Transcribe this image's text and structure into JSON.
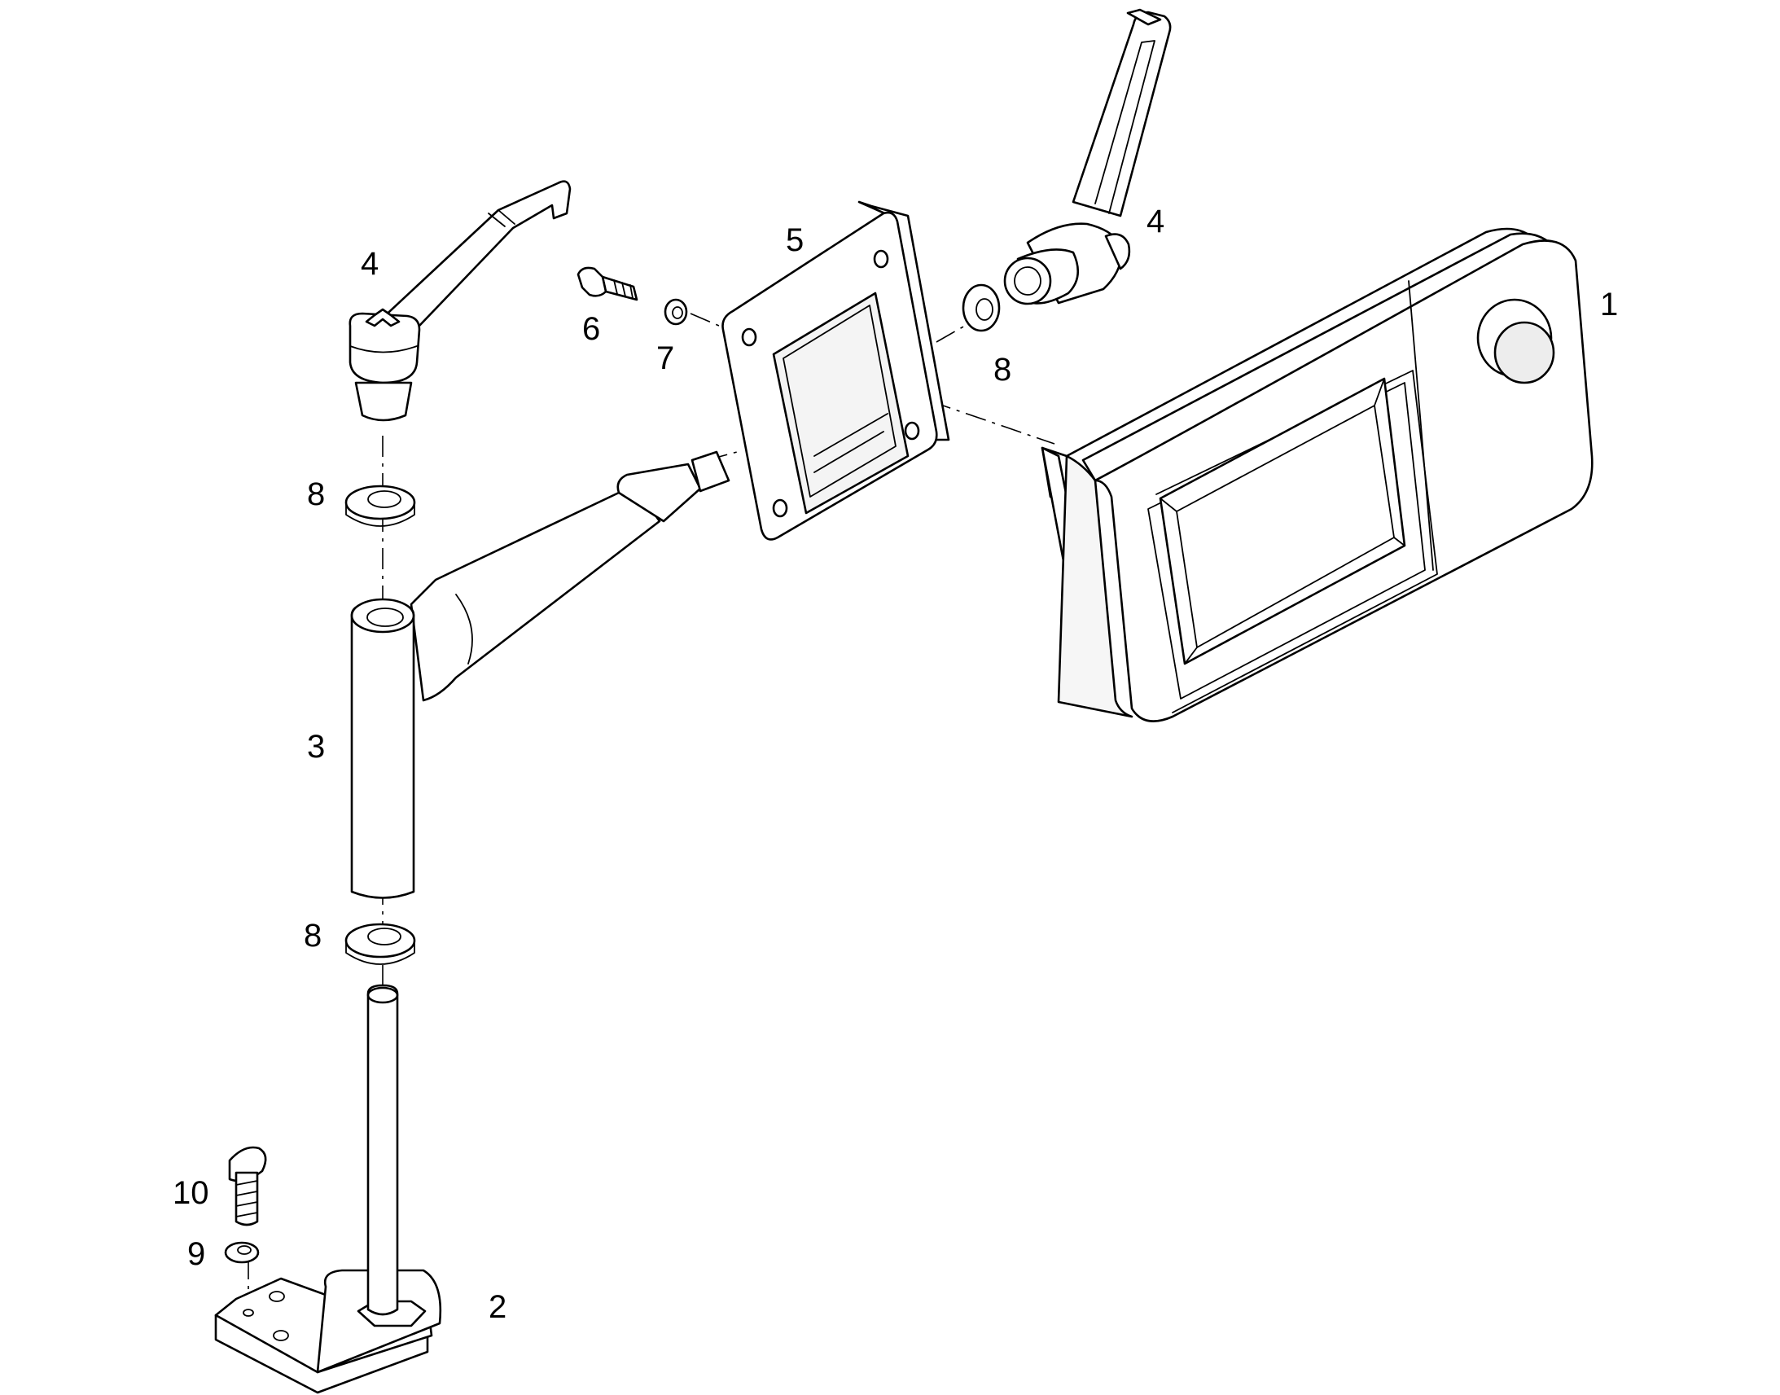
{
  "diagram": {
    "callouts": {
      "c1": "1",
      "c2": "2",
      "c3": "3",
      "c4_left": "4",
      "c4_right": "4",
      "c5": "5",
      "c6": "6",
      "c7": "7",
      "c8_upper": "8",
      "c8_right": "8",
      "c8_lower": "8",
      "c9": "9",
      "c10": "10"
    }
  }
}
